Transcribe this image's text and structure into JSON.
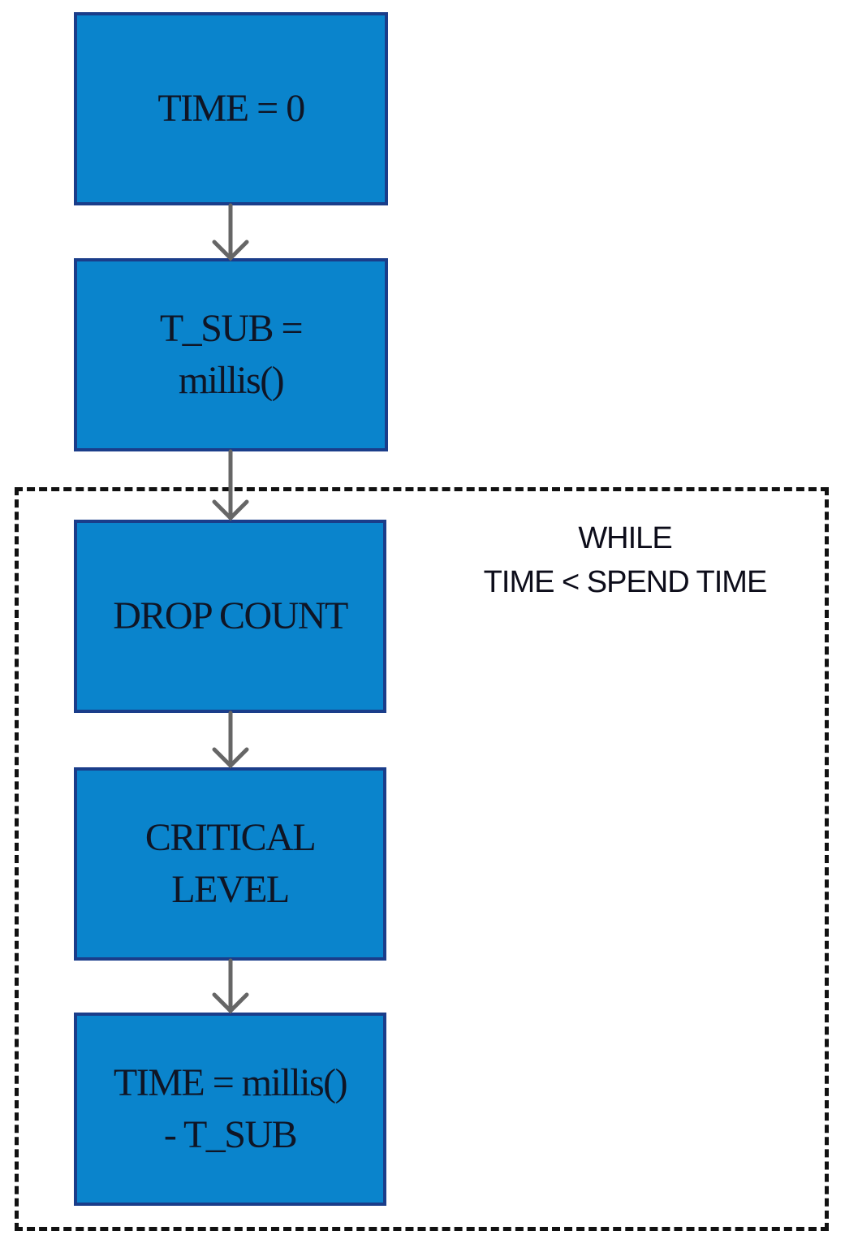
{
  "nodes": [
    {
      "id": "time-init",
      "lines": [
        "TIME = 0"
      ]
    },
    {
      "id": "t-sub",
      "lines": [
        "T_SUB =",
        "millis()"
      ]
    },
    {
      "id": "drop-count",
      "lines": [
        "DROP COUNT"
      ]
    },
    {
      "id": "critical-level",
      "lines": [
        "CRITICAL",
        "LEVEL"
      ]
    },
    {
      "id": "time-update",
      "lines": [
        "TIME = millis()",
        "- T_SUB"
      ]
    }
  ],
  "loop": {
    "label_lines": [
      "WHILE",
      "TIME < SPEND TIME"
    ]
  },
  "colors": {
    "box_fill": "#0a84cc",
    "box_border": "#1a3d8a",
    "arrow": "#666666",
    "frame": "#111111"
  }
}
